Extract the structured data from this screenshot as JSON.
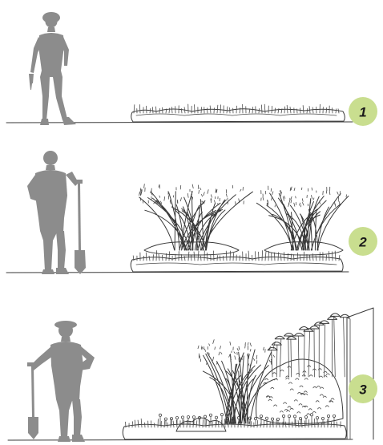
{
  "colors": {
    "silhouette": "#8c8c8c",
    "badge": "#c9de8f",
    "badge_text": "#1a1a1a",
    "ink": "#3a3a3a",
    "background": "#ffffff"
  },
  "stages": [
    {
      "number": "1",
      "figure": "gardener-with-trowel-silhouette",
      "planting": "low-turf-strip"
    },
    {
      "number": "2",
      "figure": "gardener-with-spade-silhouette",
      "planting": "turf-with-two-grass-clumps"
    },
    {
      "number": "3",
      "figure": "gardener-with-spade-silhouette",
      "planting": "layered-grasses-shrubs-and-wall"
    }
  ]
}
